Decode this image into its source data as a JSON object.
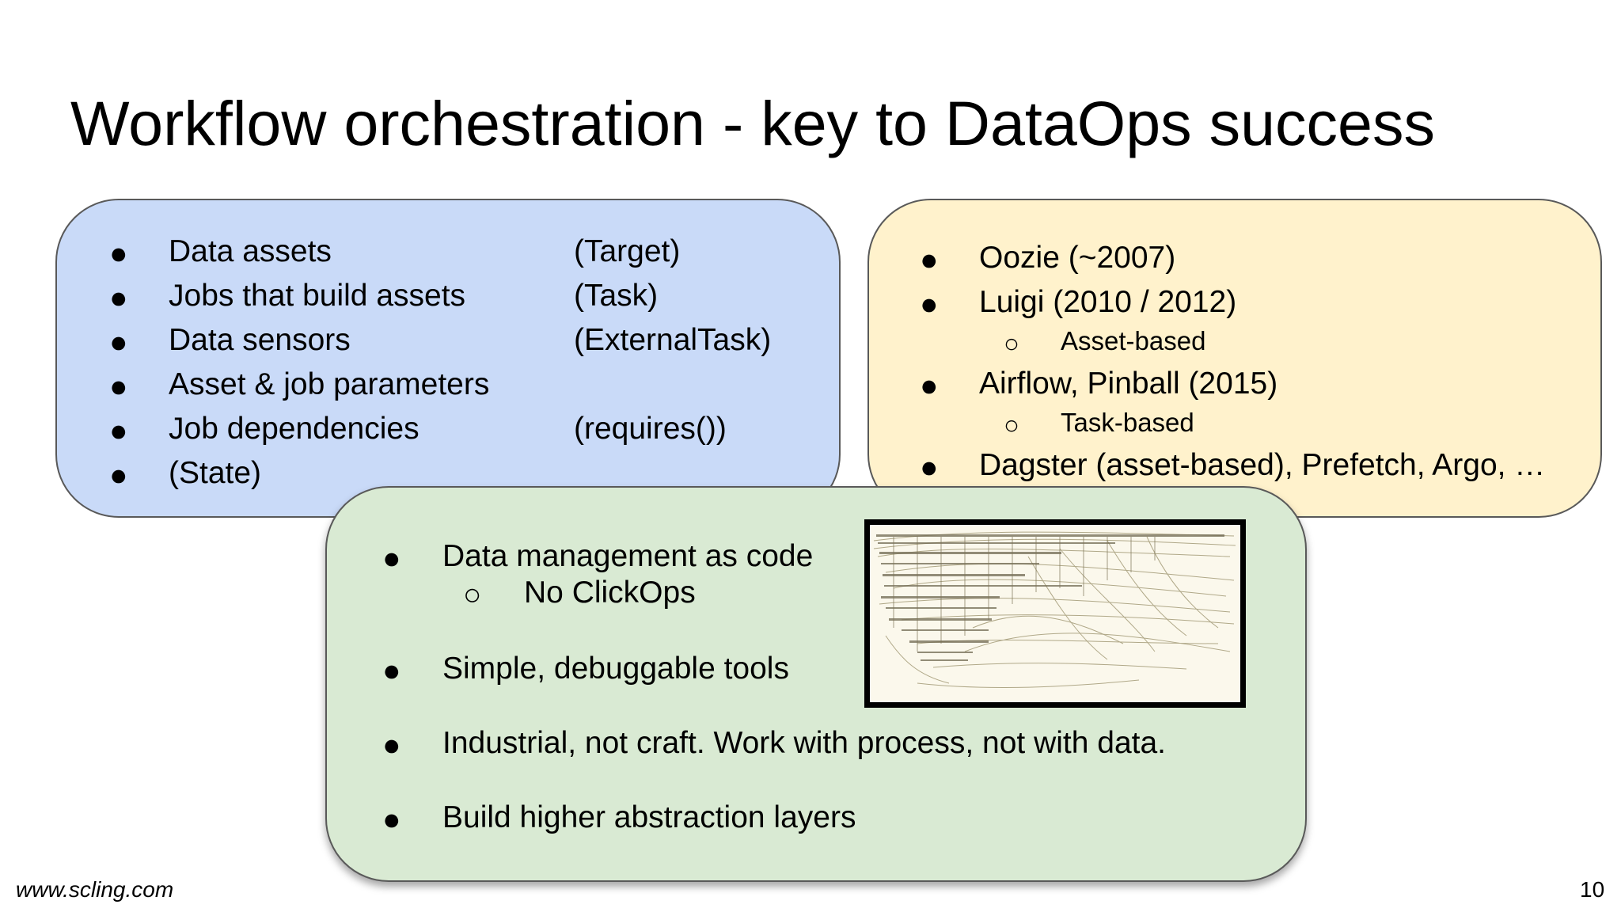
{
  "title": "Workflow orchestration - key to DataOps success",
  "left_box": {
    "items": [
      {
        "label": "Data assets",
        "note": "(Target)"
      },
      {
        "label": "Jobs that build assets",
        "note": "(Task)"
      },
      {
        "label": "Data sensors",
        "note": "(ExternalTask)"
      },
      {
        "label": "Asset & job parameters",
        "note": ""
      },
      {
        "label": "Job dependencies",
        "note": "(requires())"
      },
      {
        "label": "(State)",
        "note": ""
      }
    ]
  },
  "right_box": {
    "items": [
      {
        "label": "Oozie (~2007)"
      },
      {
        "label": "Luigi (2010 / 2012)"
      },
      {
        "label": "Asset-based"
      },
      {
        "label": "Airflow, Pinball (2015)"
      },
      {
        "label": "Task-based"
      },
      {
        "label": "Dagster (asset-based), Prefetch, Argo, …"
      }
    ]
  },
  "middle_box": {
    "items": [
      {
        "label": "Data management as code"
      },
      {
        "label": "No ClickOps"
      },
      {
        "label": "Simple, debuggable tools"
      },
      {
        "label": "Industrial, not craft. Work with process, not with data."
      },
      {
        "label": "Build higher abstraction layers"
      }
    ]
  },
  "glyphs": {
    "bullet": "●",
    "sub_bullet": "○"
  },
  "footer": {
    "website": "www.scling.com",
    "page_number": "10"
  }
}
